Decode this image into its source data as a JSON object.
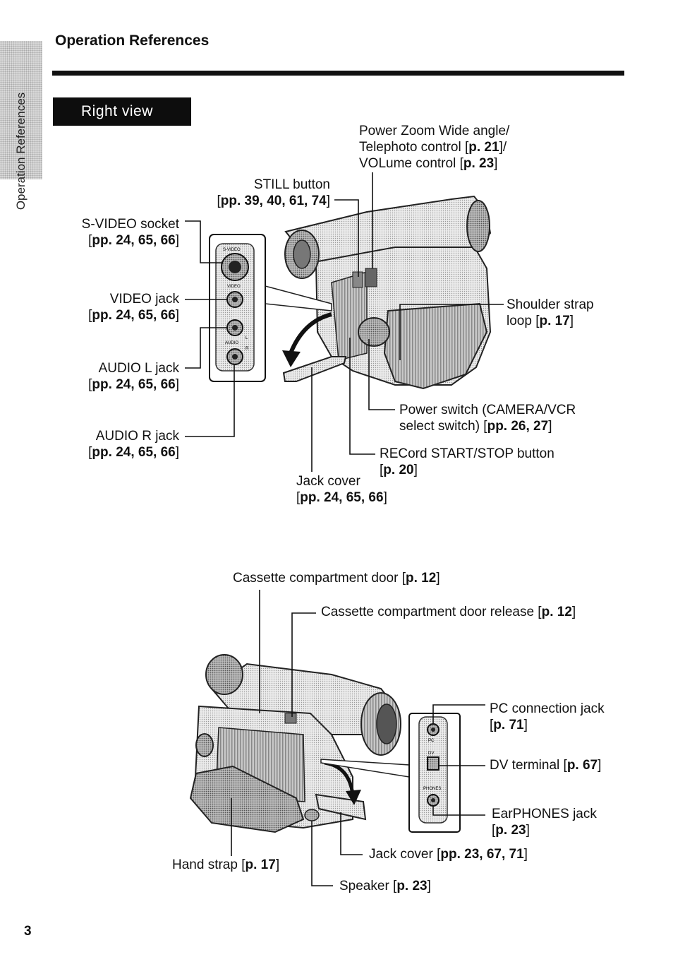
{
  "side_tab": {
    "text": "Operation References"
  },
  "header": {
    "title": "Operation References"
  },
  "banner": {
    "text": "Right view"
  },
  "right_view": {
    "power_zoom": {
      "line1": "Power Zoom Wide angle/",
      "line2a": "Telephoto control [",
      "line2b": "p. 21",
      "line2c": "]/",
      "line3a": "VOLume control [",
      "line3b": "p. 23",
      "line3c": "]"
    },
    "still_button": {
      "name": "STILL button",
      "pre": "[",
      "ref": "pp. 39, 40, 61, 74",
      "post": "]"
    },
    "svideo_socket": {
      "name": "S-VIDEO socket",
      "pre": "[",
      "ref": "pp. 24, 65, 66",
      "post": "]"
    },
    "video_jack": {
      "name": "VIDEO jack",
      "pre": "[",
      "ref": "pp. 24, 65, 66",
      "post": "]"
    },
    "audio_l_jack": {
      "name": "AUDIO L jack",
      "pre": "[",
      "ref": "pp. 24, 65, 66",
      "post": "]"
    },
    "audio_r_jack": {
      "name": "AUDIO R jack",
      "pre": "[",
      "ref": "pp. 24, 65, 66",
      "post": "]"
    },
    "shoulder_strap": {
      "line1": "Shoulder strap",
      "line2a": "loop [",
      "ref": "p. 17",
      "post": "]"
    },
    "power_switch": {
      "line1": "Power switch (CAMERA/VCR",
      "line2a": "select switch) [",
      "ref": "pp. 26, 27",
      "post": "]"
    },
    "record_button": {
      "line1": "RECord START/STOP button",
      "pre": "[",
      "ref": "p. 20",
      "post": "]"
    },
    "jack_cover": {
      "name": "Jack cover",
      "pre": "[",
      "ref": "pp. 24, 65, 66",
      "post": "]"
    },
    "panel_labels": {
      "svideo": "S-VIDEO",
      "video": "VIDEO",
      "audio": "AUDIO",
      "l": "L",
      "r": "R"
    }
  },
  "left_view": {
    "cassette_door": {
      "name": "Cassette compartment door [",
      "ref": "p. 12",
      "post": "]"
    },
    "cassette_release": {
      "name": "Cassette compartment door release [",
      "ref": "p. 12",
      "post": "]"
    },
    "pc_jack": {
      "line1": "PC connection jack",
      "pre": "[",
      "ref": "p. 71",
      "post": "]"
    },
    "dv_terminal": {
      "name": "DV terminal [",
      "ref": "p. 67",
      "post": "]"
    },
    "earphones_jack": {
      "line1": "EarPHONES jack",
      "pre": "[",
      "ref": "p. 23",
      "post": "]"
    },
    "jack_cover": {
      "name": "Jack cover [",
      "ref": "pp. 23, 67, 71",
      "post": "]"
    },
    "hand_strap": {
      "name": "Hand strap [",
      "ref": "p. 17",
      "post": "]"
    },
    "speaker": {
      "name": "Speaker [",
      "ref": "p. 23",
      "post": "]"
    },
    "panel_labels": {
      "pc": "PC",
      "dv": "DV",
      "phones": "PHONES"
    }
  },
  "footer": {
    "page_number": "3"
  }
}
